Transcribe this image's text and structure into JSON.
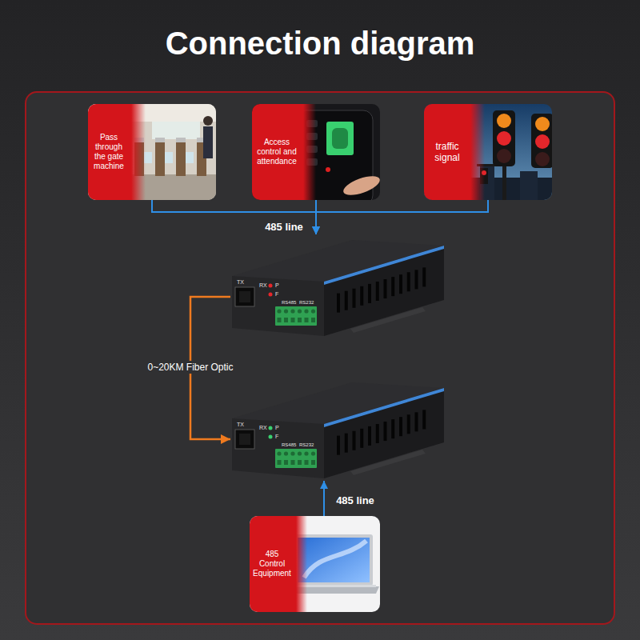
{
  "diagram": {
    "title": "Connection diagram",
    "nodes": [
      {
        "text": [
          "Pass through the gate machine"
        ]
      },
      {
        "text": [
          "Access control and attendance"
        ]
      },
      {
        "text": [
          "traffic signal"
        ]
      },
      {
        "text": [
          "TX",
          "RX",
          "P",
          "F",
          "RS485",
          "RS232"
        ]
      },
      {
        "text": [
          "TX",
          "RX",
          "P",
          "F",
          "RS485",
          "RS232"
        ]
      },
      {
        "text": [
          "485 Control Equipment"
        ]
      }
    ],
    "edges": [
      {
        "from": 0,
        "to": 3,
        "arrow": "to"
      },
      {
        "from": 1,
        "to": 3,
        "arrow": "to",
        "label": "485 line"
      },
      {
        "from": 2,
        "to": 3,
        "arrow": "to"
      },
      {
        "from": 3,
        "to": 4,
        "arrow": "to",
        "label": "0~20KM Fiber Optic"
      },
      {
        "from": 5,
        "to": 4,
        "arrow": "to",
        "label": "485 line"
      }
    ]
  }
}
